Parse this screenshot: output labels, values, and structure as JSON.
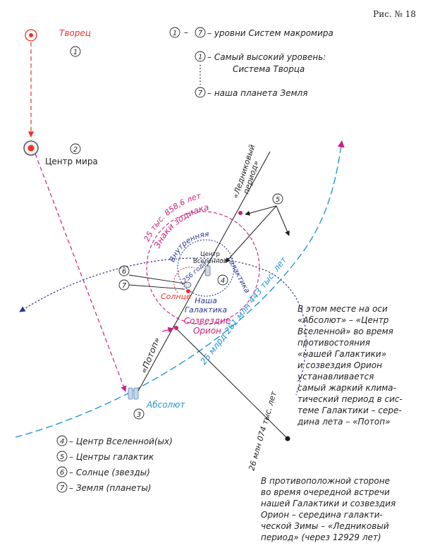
{
  "figure_label": "Рис. № 18",
  "legend_top": {
    "range_from": "1",
    "range_to": "7",
    "range_text": "– уровни Систем макромира",
    "top_num": "1",
    "top_text_1": "– Самый высокий уровень:",
    "top_text_2": "Система Творца",
    "bottom_num": "7",
    "bottom_text": "– наша планета Земля"
  },
  "nodes": {
    "creator": {
      "label": "Творец",
      "num": "1"
    },
    "world_center": {
      "label": "Центр  мира",
      "num": "2"
    },
    "absolute": {
      "label": "Абсолют",
      "num": "3"
    },
    "universe_center": {
      "label_1": "Центр",
      "label_2": "Вселенной",
      "num": "4"
    },
    "galaxy_centers": {
      "num": "5"
    },
    "sun": {
      "label": "Солнце",
      "num": "6"
    },
    "earth": {
      "num": "7"
    }
  },
  "arc_labels": {
    "ice_age_1": "«Ледниковый",
    "ice_age_2": "период»",
    "zodiac_years": "25 тыс. 858,6 лет",
    "zodiac_signs": "Знаки зодиака",
    "inner_galaxy_1": "Внутренняя",
    "inner_galaxy_2": "галактика",
    "years_256": "256 года",
    "our_galaxy_1": "Наша",
    "our_galaxy_2": "Галактика",
    "orion_1": "Созвездие",
    "orion_2": "Орион",
    "flood": "«Потоп»",
    "big_years": "26 млрд 261 млн 443 тыс. лет",
    "mid_years": "26 млн 074 тыс. лет"
  },
  "legend_bottom": [
    {
      "num": "4",
      "text": "– Центр Вселенной(ых)"
    },
    {
      "num": "5",
      "text": "– Центры галактик"
    },
    {
      "num": "6",
      "text": "– Солнце (звезды)"
    },
    {
      "num": "7",
      "text": "– Земля (планеты)"
    }
  ],
  "note_flood": [
    "В этом месте на оси",
    "«Абсолют» – «Центр",
    "Вселенной» во время",
    "противостояния",
    "«нашей Галактики»",
    "и созвездия Орион",
    "устанавливается",
    "самый жаркий клима-",
    "тический период в сис-",
    "теме Галактики – сере-",
    "дина лета – «Потоп»"
  ],
  "note_ice": [
    "В противоположной стороне",
    "во время очередной встречи",
    "нашей Галактики и созвездия",
    "Орион – середина галакти-",
    "ческой Зимы – «Ледниковый",
    "период» (через 12929 лет)"
  ],
  "colors": {
    "red": "#e8332a",
    "magenta": "#cc1f7a",
    "navy": "#2a3590",
    "cyan": "#1f95d2",
    "black": "#1a1a1a"
  }
}
